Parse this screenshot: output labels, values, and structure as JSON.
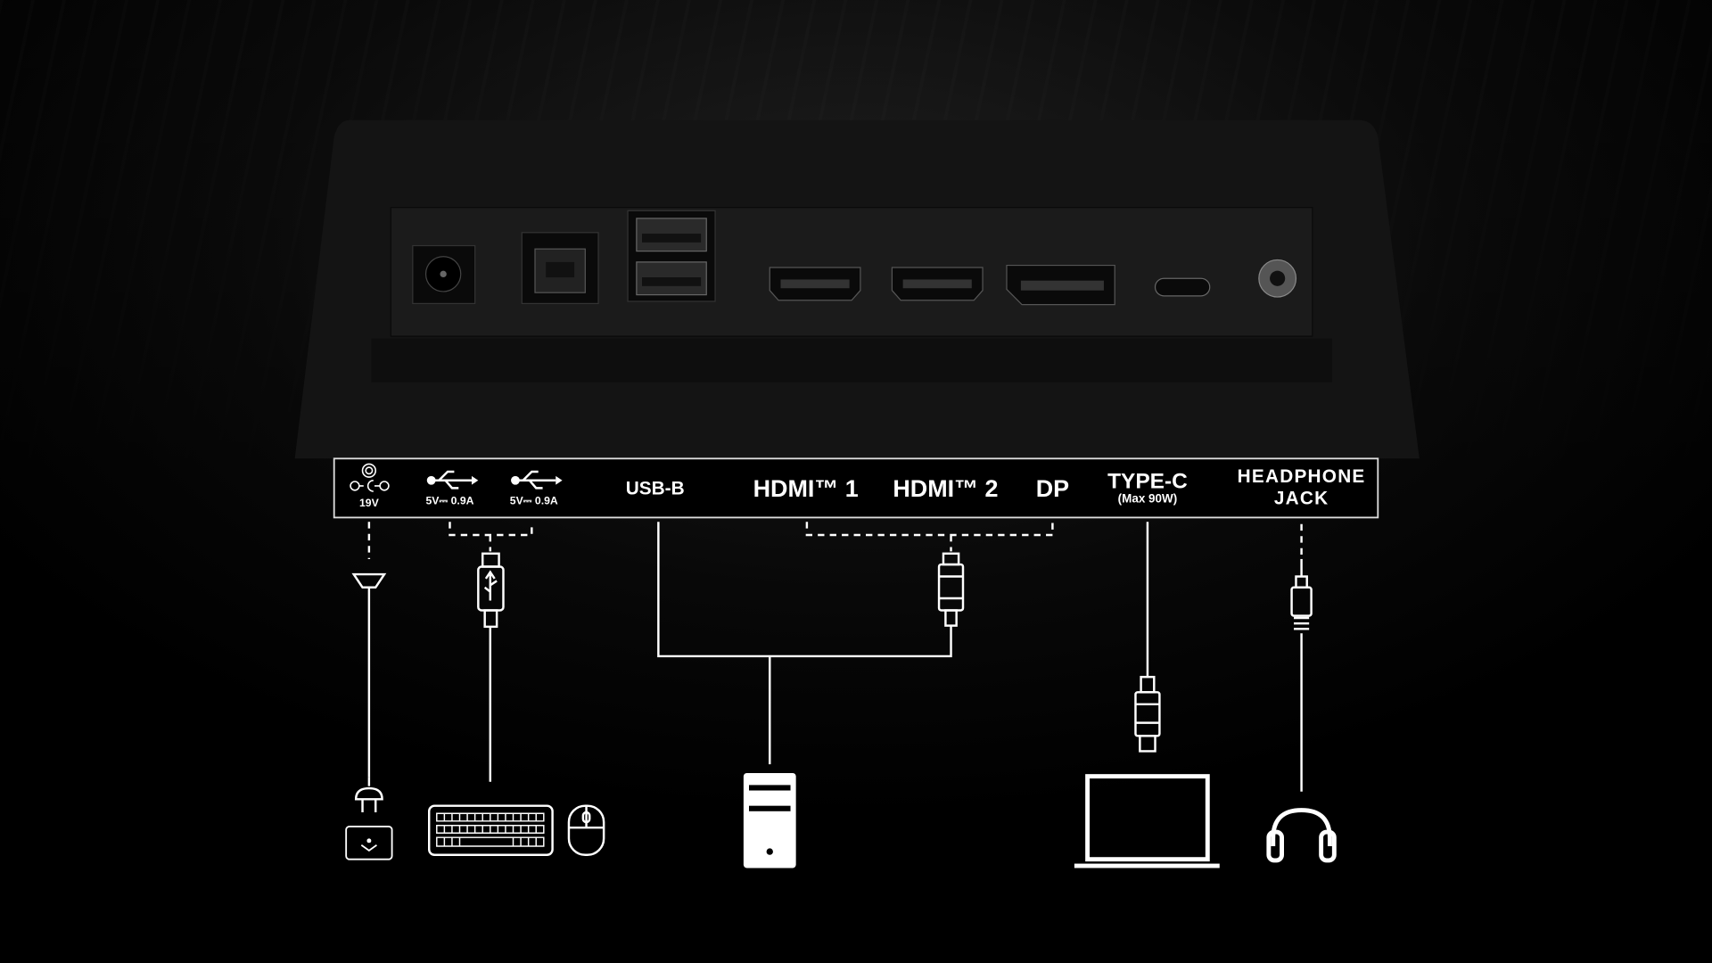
{
  "labels": {
    "power": "19V",
    "usb_a1": "5V⎓ 0.9A",
    "usb_a2": "5V⎓ 0.9A",
    "usb_b": "USB-B",
    "hdmi1": "HDMI™ 1",
    "hdmi2": "HDMI™ 2",
    "dp": "DP",
    "type_c": "TYPE-C",
    "type_c_sub": "(Max 90W)",
    "headphone_line1": "HEADPHONE",
    "headphone_line2": "JACK"
  },
  "icons": [
    "dc-power-icon",
    "usb-icon",
    "power-plug-icon",
    "power-outlet-icon",
    "usb-connector-icon",
    "keyboard-icon",
    "mouse-icon",
    "hdmi-connector-icon",
    "pc-tower-icon",
    "type-c-connector-icon",
    "laptop-icon",
    "audio-jack-icon",
    "headphones-icon"
  ],
  "colors": {
    "background": "#000000",
    "line": "#ffffff",
    "panel": "#1a1a1a"
  }
}
